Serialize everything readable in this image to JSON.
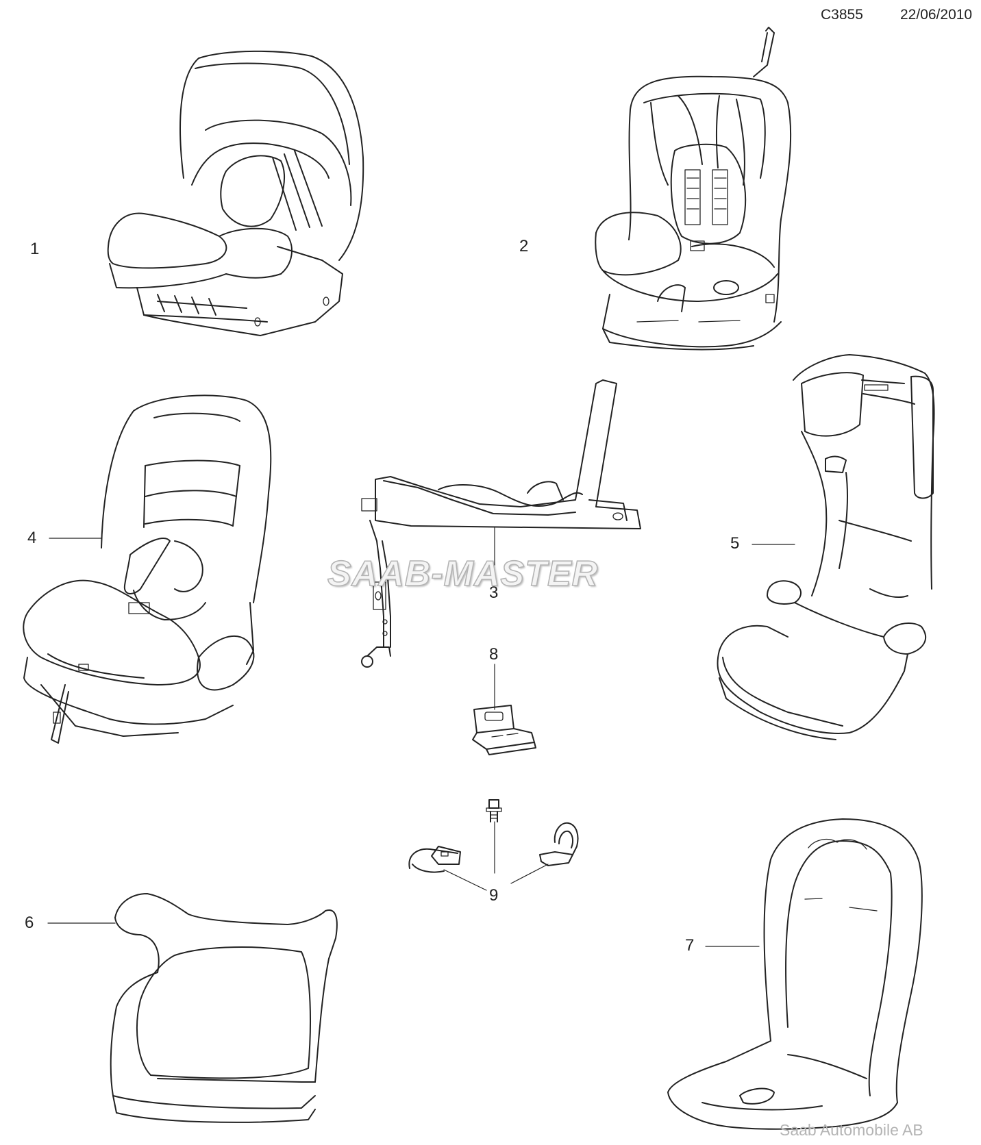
{
  "header": {
    "code": "C3855",
    "date": "22/06/2010"
  },
  "watermark": "SAAB-MASTER",
  "footer": "Saab Automobile AB",
  "callouts": [
    {
      "id": "1",
      "label": "1"
    },
    {
      "id": "2",
      "label": "2"
    },
    {
      "id": "3",
      "label": "3"
    },
    {
      "id": "4",
      "label": "4"
    },
    {
      "id": "5",
      "label": "5"
    },
    {
      "id": "6",
      "label": "6"
    },
    {
      "id": "7",
      "label": "7"
    },
    {
      "id": "8",
      "label": "8"
    },
    {
      "id": "9",
      "label": "9"
    }
  ],
  "parts": [
    {
      "callout": "1",
      "icon": "infant-carrier-seat-icon"
    },
    {
      "callout": "2",
      "icon": "child-safety-seat-icon"
    },
    {
      "callout": "3",
      "icon": "isofix-base-icon"
    },
    {
      "callout": "4",
      "icon": "child-seat-with-harness-icon"
    },
    {
      "callout": "5",
      "icon": "high-back-booster-icon"
    },
    {
      "callout": "6",
      "icon": "booster-cushion-icon"
    },
    {
      "callout": "7",
      "icon": "seat-cover-icon"
    },
    {
      "callout": "8",
      "icon": "belt-clip-icon"
    },
    {
      "callout": "9",
      "icon": "anchor-bracket-kit-icon"
    }
  ]
}
